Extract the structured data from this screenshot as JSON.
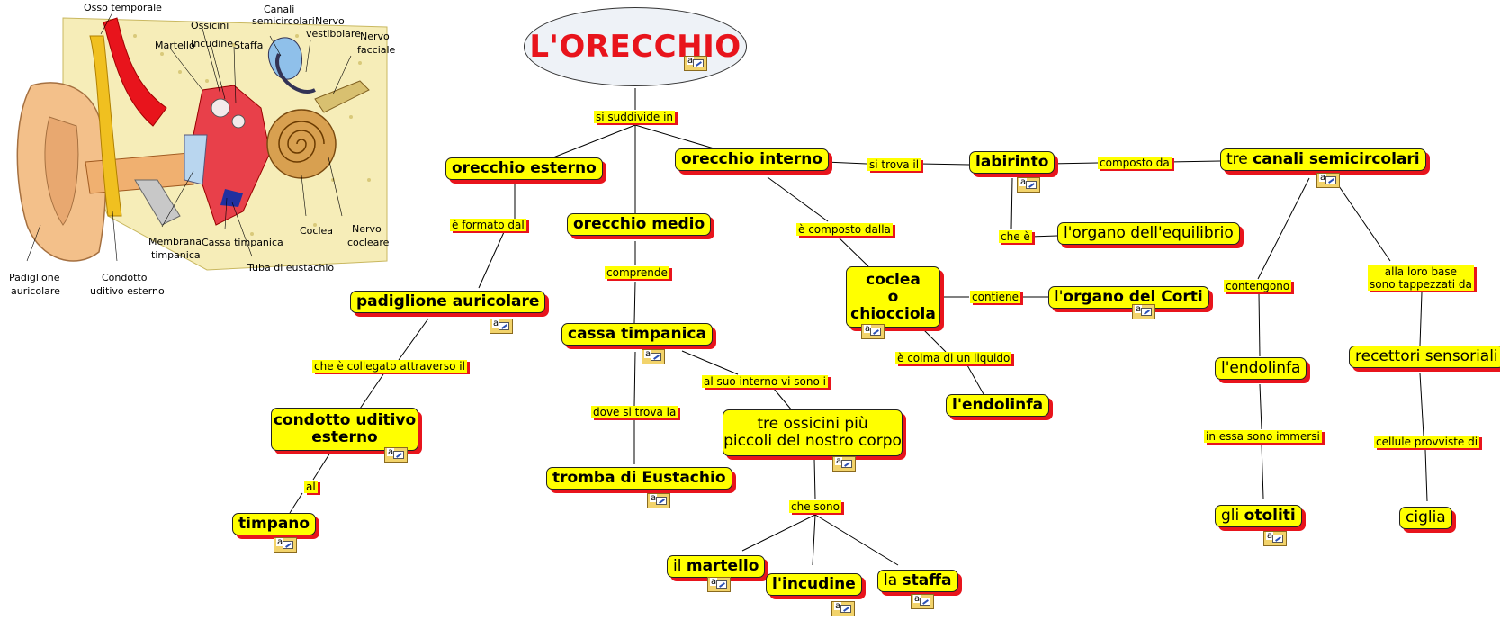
{
  "title": "L'ORECCHIO",
  "ear_labels": {
    "osso_temporale": "Osso temporale",
    "ossicini": "Ossicini",
    "martello": "Martello",
    "incudine": "Incudine",
    "staffa": "Staffa",
    "canali1": "Canali",
    "canali2": "semicircolari",
    "nervo_vest1": "Nervo",
    "nervo_vest2": "vestibolare",
    "nervo_fac1": "Nervo",
    "nervo_fac2": "facciale",
    "membrana1": "Membrana",
    "membrana2": "timpanica",
    "cassa": "Cassa timpanica",
    "coclea": "Coclea",
    "nervo_coc1": "Nervo",
    "nervo_coc2": "cocleare",
    "tuba": "Tuba di eustachio",
    "padiglione1": "Padiglione",
    "padiglione2": "auricolare",
    "condotto1": "Condotto",
    "condotto2": "uditivo esterno"
  },
  "nodes": {
    "orecchio_esterno": "orecchio esterno",
    "orecchio_medio": "orecchio medio",
    "orecchio_interno": "orecchio interno",
    "labirinto": "labirinto",
    "tre_canali_pre": "tre ",
    "tre_canali_bold": "canali semicircolari",
    "organo_equilibrio": "l'organo dell'equilibrio",
    "padiglione": "padiglione auricolare",
    "cassa_timpanica": "cassa timpanica",
    "coclea_1": "coclea",
    "coclea_2": "o",
    "coclea_3": "chiocciola",
    "organo_corti_pre": "l'",
    "organo_corti_bold": "organo del Corti",
    "endolinfa_1": "l'endolinfa",
    "recettori": "recettori sensoriali",
    "condotto_1": "condotto uditivo",
    "condotto_2": "esterno",
    "tre_ossicini_1": "tre ossicini più",
    "tre_ossicini_2": "piccoli del nostro corpo",
    "endolinfa_2": "l'endolinfa",
    "tromba": "tromba di Eustachio",
    "timpano": "timpano",
    "otoliti_pre": "gli ",
    "otoliti_bold": "otoliti",
    "ciglia": "ciglia",
    "martello_pre": "il ",
    "martello_bold": "martello",
    "incudine": "l'incudine",
    "staffa_pre": "la ",
    "staffa_bold": "staffa"
  },
  "links": {
    "si_suddivide_in": "si suddivide in",
    "si_trova_il": "si trova il",
    "composto_da": "composto da",
    "formato_dal": "è formato dal",
    "composto_dalla": "è composto dalla",
    "che_e": "che è",
    "comprende": "comprende",
    "contiene": "contiene",
    "contengono": "contengono",
    "alla_base_1": "alla loro base",
    "alla_base_2": "sono tappezzati da",
    "collegato": "che è collegato attraverso il",
    "colma": "è colma di un liquido",
    "al_suo_interno": "al suo interno vi sono i",
    "dove_si_trova": "dove si trova la",
    "immersi": "in essa sono immersi",
    "cellule": "cellule provviste di",
    "al": "al",
    "che_sono": "che sono"
  },
  "note_icon": {
    "glyph": "a",
    "icon": "notes-icon"
  },
  "colors": {
    "node_fill": "#ffff00",
    "shadow": "#e8141c",
    "title": "#e8141c",
    "root_fill": "#eef2f7"
  }
}
